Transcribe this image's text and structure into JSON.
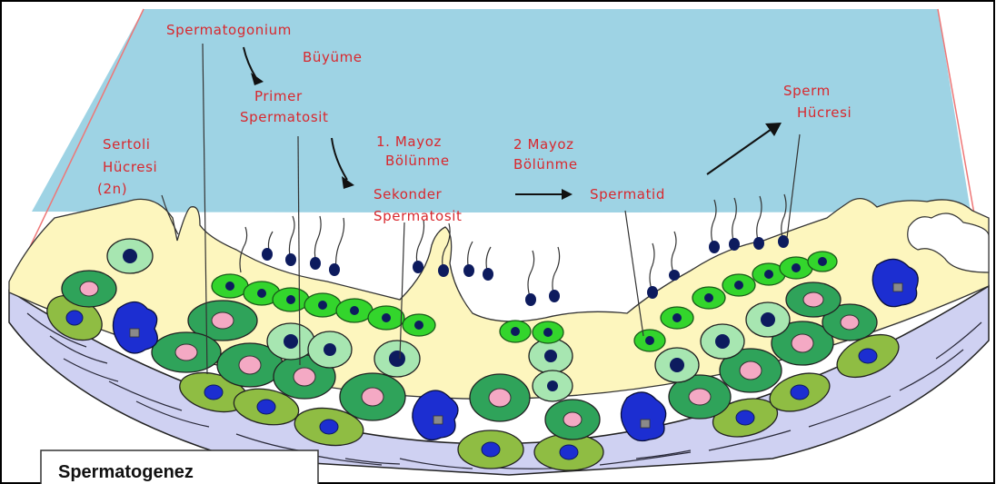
{
  "caption": "Spermatogenez",
  "labels": {
    "spermatogonium": "Spermatogonium",
    "buyume": "Büyüme",
    "primer_line1": "Primer",
    "primer_line2": "Spermatosit",
    "sertoli_line1": "Sertoli",
    "sertoli_line2": "Hücresi",
    "sertoli_line3": "(2n)",
    "mayoz1_line1": "1. Mayoz",
    "mayoz1_line2": "Bölünme",
    "mayoz2_line1": "2 Mayoz",
    "mayoz2_line2": "Bölünme",
    "sekonder_line1": "Sekonder",
    "sekonder_line2": "Spermatosit",
    "spermatid": "Spermatid",
    "sperm_line1": "Sperm",
    "sperm_line2": "Hücresi"
  },
  "colors": {
    "lumen": "#9ed3e4",
    "sertoli_cytoplasm": "#fdf6be",
    "basement": "#cfd1f2",
    "label_red": "#d8282e",
    "cell_dark_green": "#2fa35a",
    "cell_light_green": "#a7e6b1",
    "cell_bright_green": "#33d52c",
    "cell_olive": "#8fbd43",
    "nucleus_pink": "#f4a9c4",
    "nucleus_navy": "#0d1b5e",
    "blue_cell": "#1c2ed1"
  }
}
